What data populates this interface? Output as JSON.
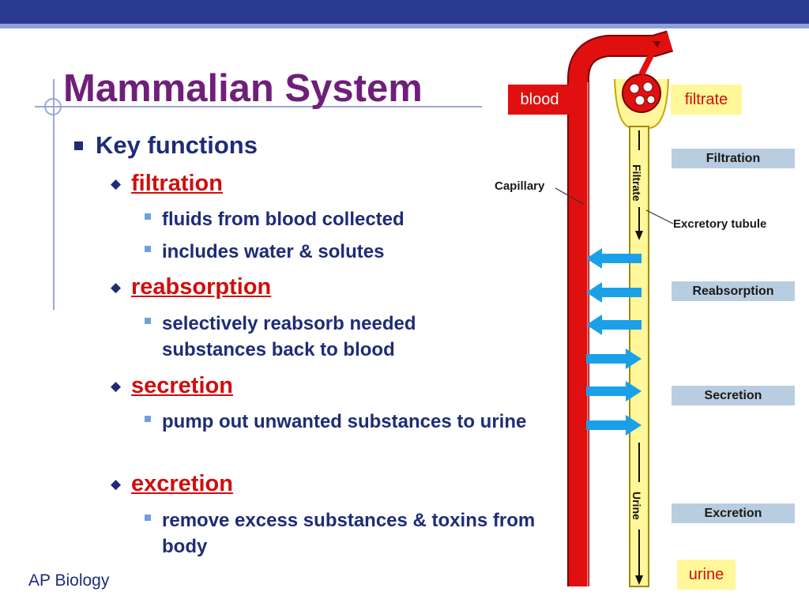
{
  "title": "Mammalian System",
  "footer": "AP Biology",
  "colors": {
    "accent_bar": "#2a3a8f",
    "title": "#6f1f7a",
    "link": "#d10d0d",
    "text": "#1e2c78",
    "blood": "#e01010",
    "filtrate": "#fff799",
    "arrow": "#1aa0e8",
    "step_box": "#b9cde0"
  },
  "bullets": {
    "level1": "Key functions",
    "items": [
      {
        "term": "filtration",
        "details": [
          "fluids from blood collected",
          "includes water & solutes"
        ]
      },
      {
        "term": "reabsorption",
        "details": [
          "selectively reabsorb needed substances back to blood"
        ]
      },
      {
        "term": "secretion",
        "details": [
          "pump out unwanted substances to urine"
        ]
      },
      {
        "term": "excretion",
        "details": [
          "remove excess substances & toxins from body"
        ]
      }
    ]
  },
  "diagram": {
    "blood_label": "blood",
    "filtrate_label": "filtrate",
    "urine_label": "urine",
    "capillary_label": "Capillary",
    "tubule_label": "Excretory tubule",
    "filtrate_vertical": "Filtrate",
    "urine_vertical": "Urine",
    "steps": [
      "Filtration",
      "Reabsorption",
      "Secretion",
      "Excretion"
    ]
  }
}
